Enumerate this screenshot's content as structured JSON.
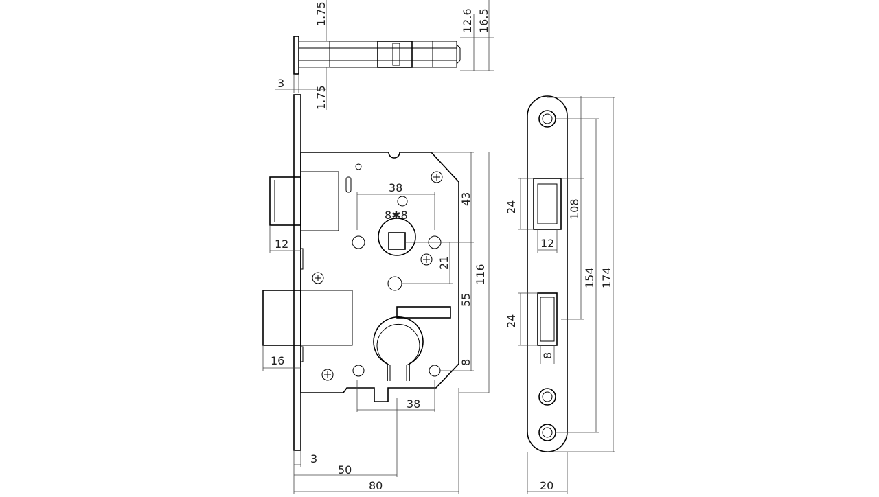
{
  "drawing": {
    "labels": {
      "top_gap": "1.75",
      "bottom_gap": "1.75",
      "faceplate_thickness_top": "3",
      "latch_height": "12.6",
      "total_height": "16.5",
      "spindle_to_cylinder_top": "38",
      "spindle_size": "8",
      "spindle_size_2": "8",
      "follower_to_top": "43",
      "case_height": "116",
      "spindle_to_screw": "21",
      "spindle_to_cylinder": "55",
      "cylinder_to_bottom": "8",
      "cylinder_hole_spacing": "38",
      "latch_projection": "12",
      "deadbolt_projection": "16",
      "faceplate_thickness_bottom": "3",
      "backset": "50",
      "case_depth": "80",
      "strike_latch_height": "24",
      "strike_latch_width": "12",
      "strike_inner_span": "108",
      "strike_bolt_height": "24",
      "strike_bolt_width": "8",
      "strike_screw_span": "154",
      "strike_length": "174",
      "strike_width": "20"
    }
  }
}
